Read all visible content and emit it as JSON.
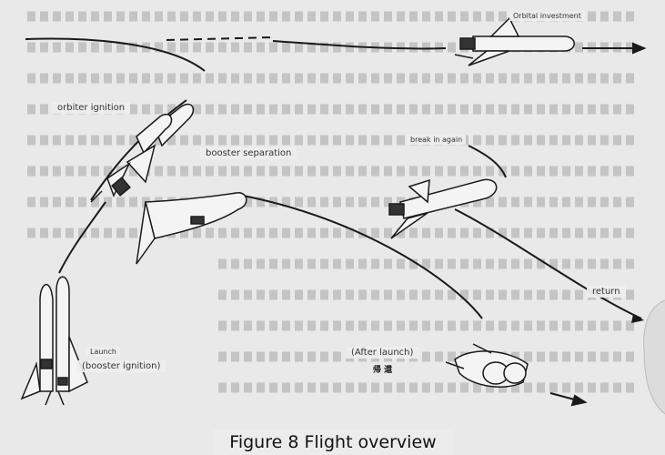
{
  "labels": {
    "orbital_investment": "Orbital investment",
    "orbiter_ignition": "orbiter ignition",
    "booster_separation": "booster separation",
    "break_in_again": "break in again",
    "return": "return",
    "launch": "Launch",
    "booster_ignition": "(booster ignition)",
    "after_launch": "(After launch)",
    "kanji_return": "帰 還"
  },
  "caption": "Figure 8 Flight overview",
  "colors": {
    "page_background": "#e9e9e9",
    "ink": "#1a1a1a",
    "background_text": "#bdbdbd"
  },
  "icons": {
    "spacecraft": "space-shuttle-icon",
    "direction": "arrow-right-icon"
  }
}
